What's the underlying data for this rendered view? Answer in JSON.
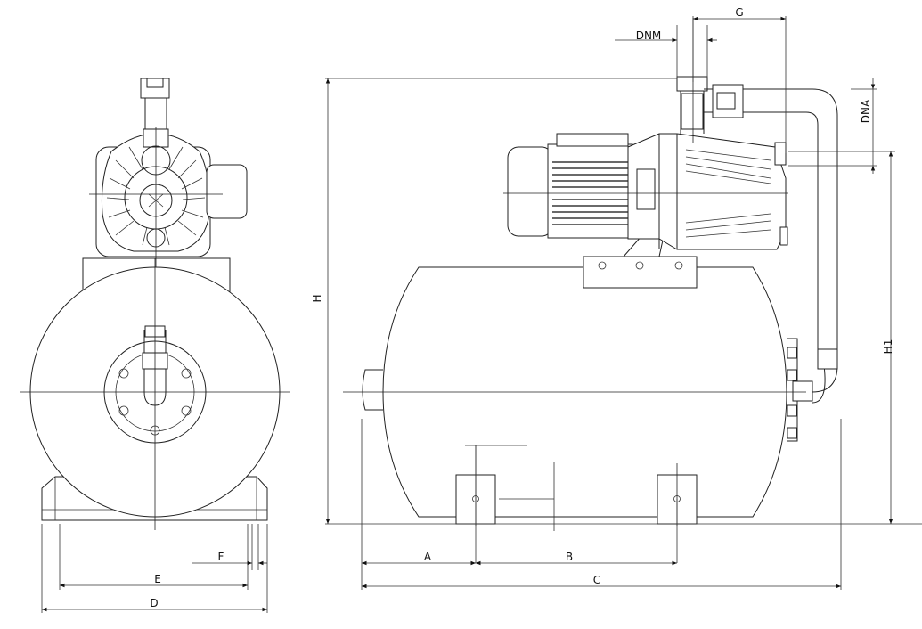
{
  "diagram": {
    "dimension_labels": {
      "A": "A",
      "B": "B",
      "C": "C",
      "D": "D",
      "E": "E",
      "F": "F",
      "G": "G",
      "H": "H",
      "H1": "H1",
      "DNM": "DNM",
      "DNA": "DNA"
    }
  }
}
